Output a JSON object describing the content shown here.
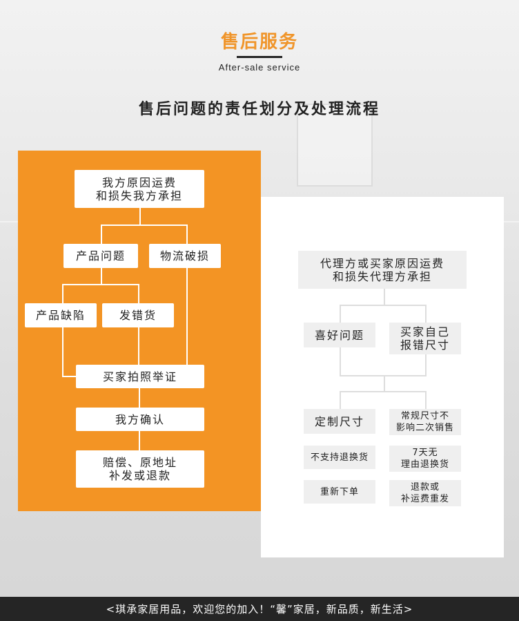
{
  "header": {
    "title": "售后服务",
    "subtitle": "After-sale service"
  },
  "main_title": "售后问题的责任划分及处理流程",
  "left_flow": {
    "root": "我方原因运费\n和损失我方承担",
    "product_issue": "产品问题",
    "logistics_damage": "物流破损",
    "product_defect": "产品缺陷",
    "wrong_item": "发错货",
    "buyer_photo": "买家拍照举证",
    "our_confirm": "我方确认",
    "compensate": "赔偿、原地址\n补发或退款"
  },
  "right_flow": {
    "root": "代理方或买家原因运费\n和损失代理方承担",
    "preference": "喜好问题",
    "wrong_size": "买家自己\n报错尺寸",
    "custom_size": "定制尺寸",
    "standard_size": "常规尺寸不\n影响二次销售",
    "no_return": "不支持退换货",
    "seven_days": "7天无\n理由退换货",
    "reorder": "重新下单",
    "refund_reship": "退款或\n补运费重发"
  },
  "footer": {
    "text": "<琪承家居用品，欢迎您的加入！“馨”家居，新品质，新生活>"
  },
  "colors": {
    "accent": "#f39424",
    "footer_bg": "#252525"
  }
}
